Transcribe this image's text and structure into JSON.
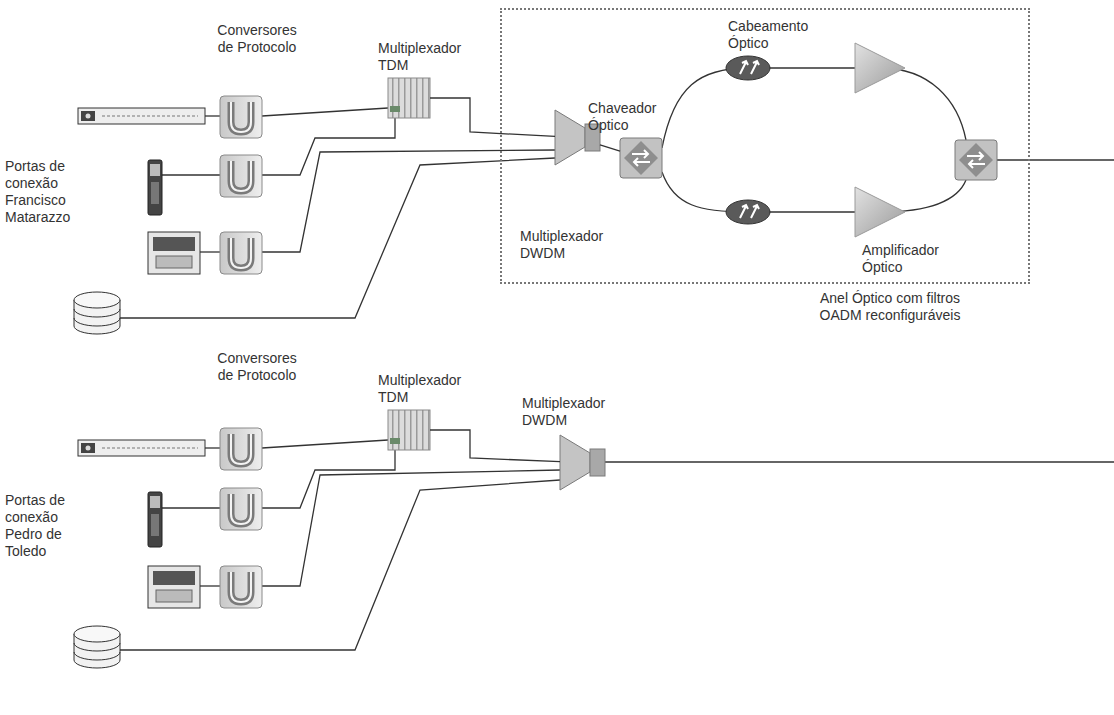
{
  "diagram": {
    "nodes": [
      {
        "text": [
          "Anel Óptico com filtros OADM reconfiguráveis"
        ]
      },
      {
        "text": [
          "Chaveador Óptico"
        ],
        "in": 0
      },
      {
        "text": [
          "Cabeamento Óptico"
        ],
        "in": 0
      },
      {
        "text": [
          "Amplificador Óptico"
        ],
        "in": 0
      },
      {
        "text": [
          "Multiplexador TDM"
        ]
      },
      {
        "text": [
          "Multiplexador DWDM"
        ]
      },
      {
        "text": [
          "Multiplexador TDM"
        ]
      },
      {
        "text": [
          "Multiplexador DWDM"
        ]
      }
    ],
    "edges": [
      {
        "from": 4,
        "to": 5,
        "arrow": "none"
      },
      {
        "from": 5,
        "to": 1,
        "arrow": "none"
      },
      {
        "from": 6,
        "to": 7,
        "arrow": "none"
      }
    ],
    "labels": [
      "Conversores de Protocolo",
      "Portas de conexão Francisco Matarazzo",
      "Conversores de Protocolo",
      "Portas de conexão Pedro de Toledo"
    ]
  }
}
